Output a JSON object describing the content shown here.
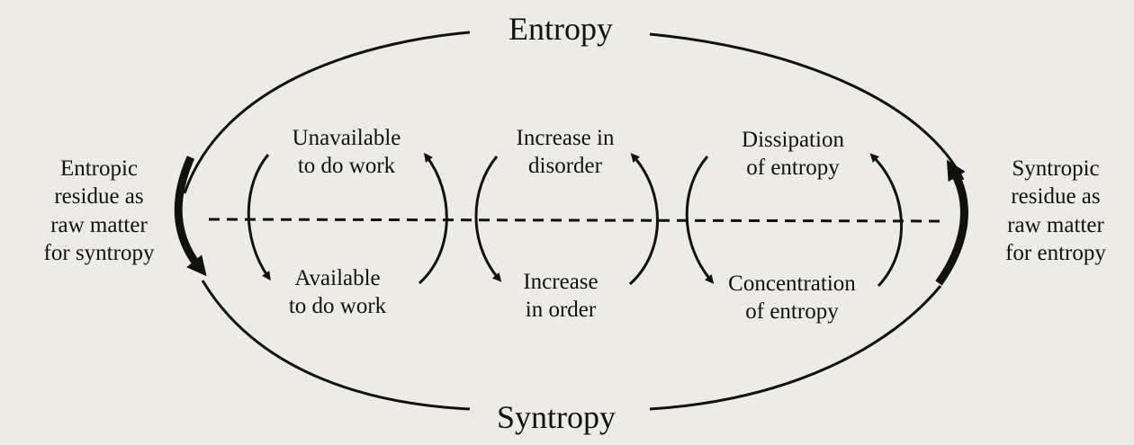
{
  "diagram": {
    "top_label": "Entropy",
    "bottom_label": "Syntropy",
    "left_side": [
      "Entropic",
      "residue as",
      "raw matter",
      "for syntropy"
    ],
    "right_side": [
      "Syntropic",
      "residue as",
      "raw matter",
      "for entropy"
    ],
    "pairs": [
      {
        "upper": [
          "Unavailable",
          "to do work"
        ],
        "lower": [
          "Available",
          "to do work"
        ]
      },
      {
        "upper": [
          "Increase in",
          "disorder"
        ],
        "lower": [
          "Increase",
          "in order"
        ]
      },
      {
        "upper": [
          "Dissipation",
          "of entropy"
        ],
        "lower": [
          "Concentration",
          "of entropy"
        ]
      }
    ]
  }
}
